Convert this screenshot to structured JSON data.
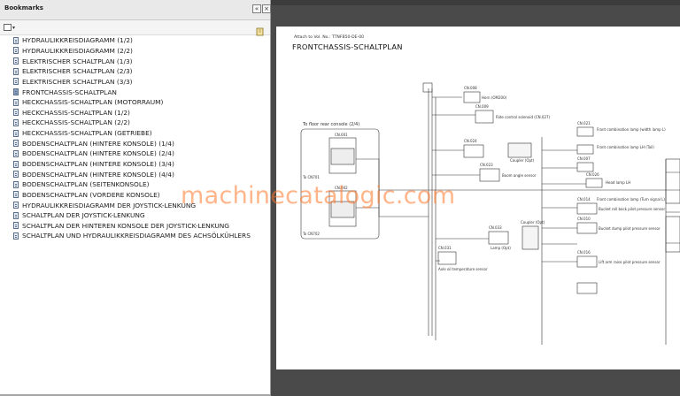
{
  "bookmarks_panel": {
    "title": "Bookmarks",
    "items": [
      {
        "label": "HYDRAULIKKREISDIAGRAMM (1/2)"
      },
      {
        "label": "HYDRAULIKKREISDIAGRAMM (2/2)"
      },
      {
        "label": "ELEKTRISCHER SCHALTPLAN (1/3)"
      },
      {
        "label": "ELEKTRISCHER SCHALTPLAN (2/3)"
      },
      {
        "label": "ELEKTRISCHER SCHALTPLAN (3/3)"
      },
      {
        "label": "FRONTCHASSIS-SCHALTPLAN"
      },
      {
        "label": "HECKCHASSIS-SCHALTPLAN (MOTORRAUM)"
      },
      {
        "label": "HECKCHASSIS-SCHALTPLAN (1/2)"
      },
      {
        "label": "HECKCHASSIS-SCHALTPLAN (2/2)"
      },
      {
        "label": "HECKCHASSIS-SCHALTPLAN (GETRIEBE)"
      },
      {
        "label": "BODENSCHALTPLAN (HINTERE KONSOLE) (1/4)"
      },
      {
        "label": "BODENSCHALTPLAN (HINTERE KONSOLE) (2/4)"
      },
      {
        "label": "BODENSCHALTPLAN (HINTERE KONSOLE) (3/4)"
      },
      {
        "label": "BODENSCHALTPLAN (HINTERE KONSOLE) (4/4)"
      },
      {
        "label": "BODENSCHALTPLAN (SEITENKONSOLE)"
      },
      {
        "label": "BODENSCHALTPLAN (VORDERE KONSOLE)"
      },
      {
        "label": "HYDRAULIKKREISDIAGRAMM DER JOYSTICK-LENKUNG"
      },
      {
        "label": "SCHALTPLAN DER JOYSTICK-LENKUNG"
      },
      {
        "label": "SCHALTPLAN DER HINTEREN KONSOLE DER JOYSTICK-LENKUNG"
      },
      {
        "label": "SCHALTPLAN UND HYDRAULIKKREISDIAGRAMM DES ACHSÖLKÜHLERS"
      }
    ],
    "selected_item": "FRONTCHASSIS-SCHALTPLAN"
  },
  "document": {
    "attach_note": "Attach to Vol. No.: TTNFB50-DE-00",
    "title": "FRONTCHASSIS-SCHALTPLAN",
    "watermark": "machinecatalogic.com",
    "schematic": {
      "console_box": "To floor rear console (2/4)",
      "connectors": [
        "CN.001",
        "CN.002",
        "CN.008",
        "CN.009",
        "CN.024",
        "CN.023",
        "CN.033",
        "CN.031",
        "CN.021",
        "CN.007",
        "CN.026",
        "CN.014",
        "CN.010",
        "CN.016"
      ],
      "left_labels": [
        "To CN701",
        "To CN702"
      ],
      "components": [
        "Horn (OM200)",
        "Ride control solenoid (CN.027)",
        "Coupler (Opt)",
        "Boom angle sensor",
        "Lamp (Opt)",
        "Coupler (Opt)",
        "Axle oil temperature sensor",
        "Front combination lamp (width lamp L)",
        "Front combination lamp LH (Tail)",
        "Head lamp LH",
        "Front combination lamp (Turn signal L)",
        "Bucket roll back pilot pressure sensor",
        "Bucket dump pilot pressure sensor",
        "Lift arm raise pilot pressure sensor"
      ]
    }
  },
  "colors": {
    "panel_bg": "#ffffff",
    "panel_header": "#e9e9e9",
    "viewer_bg": "#4a4a4a",
    "watermark": "#ff7828"
  }
}
